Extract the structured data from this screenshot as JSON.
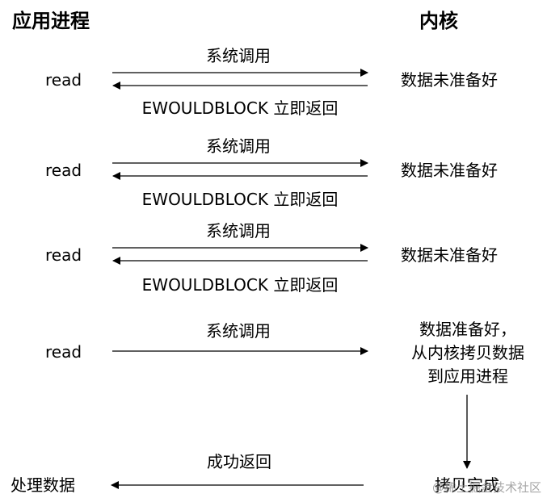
{
  "headers": {
    "left": "应用进程",
    "right": "内核"
  },
  "rounds": [
    {
      "app": "read",
      "call": "系统调用",
      "reply": "EWOULDBLOCK 立即返回",
      "kernel": "数据未准备好"
    },
    {
      "app": "read",
      "call": "系统调用",
      "reply": "EWOULDBLOCK 立即返回",
      "kernel": "数据未准备好"
    },
    {
      "app": "read",
      "call": "系统调用",
      "reply": "EWOULDBLOCK 立即返回",
      "kernel": "数据未准备好"
    }
  ],
  "final_round": {
    "app": "read",
    "call": "系统调用",
    "kernel_lines": [
      "数据准备好，",
      "从内核拷贝数据",
      "到应用进程"
    ]
  },
  "completion": {
    "kernel": "拷贝完成",
    "reply": "成功返回",
    "app": "处理数据"
  },
  "watermark": "@稀土掘金技术社区"
}
